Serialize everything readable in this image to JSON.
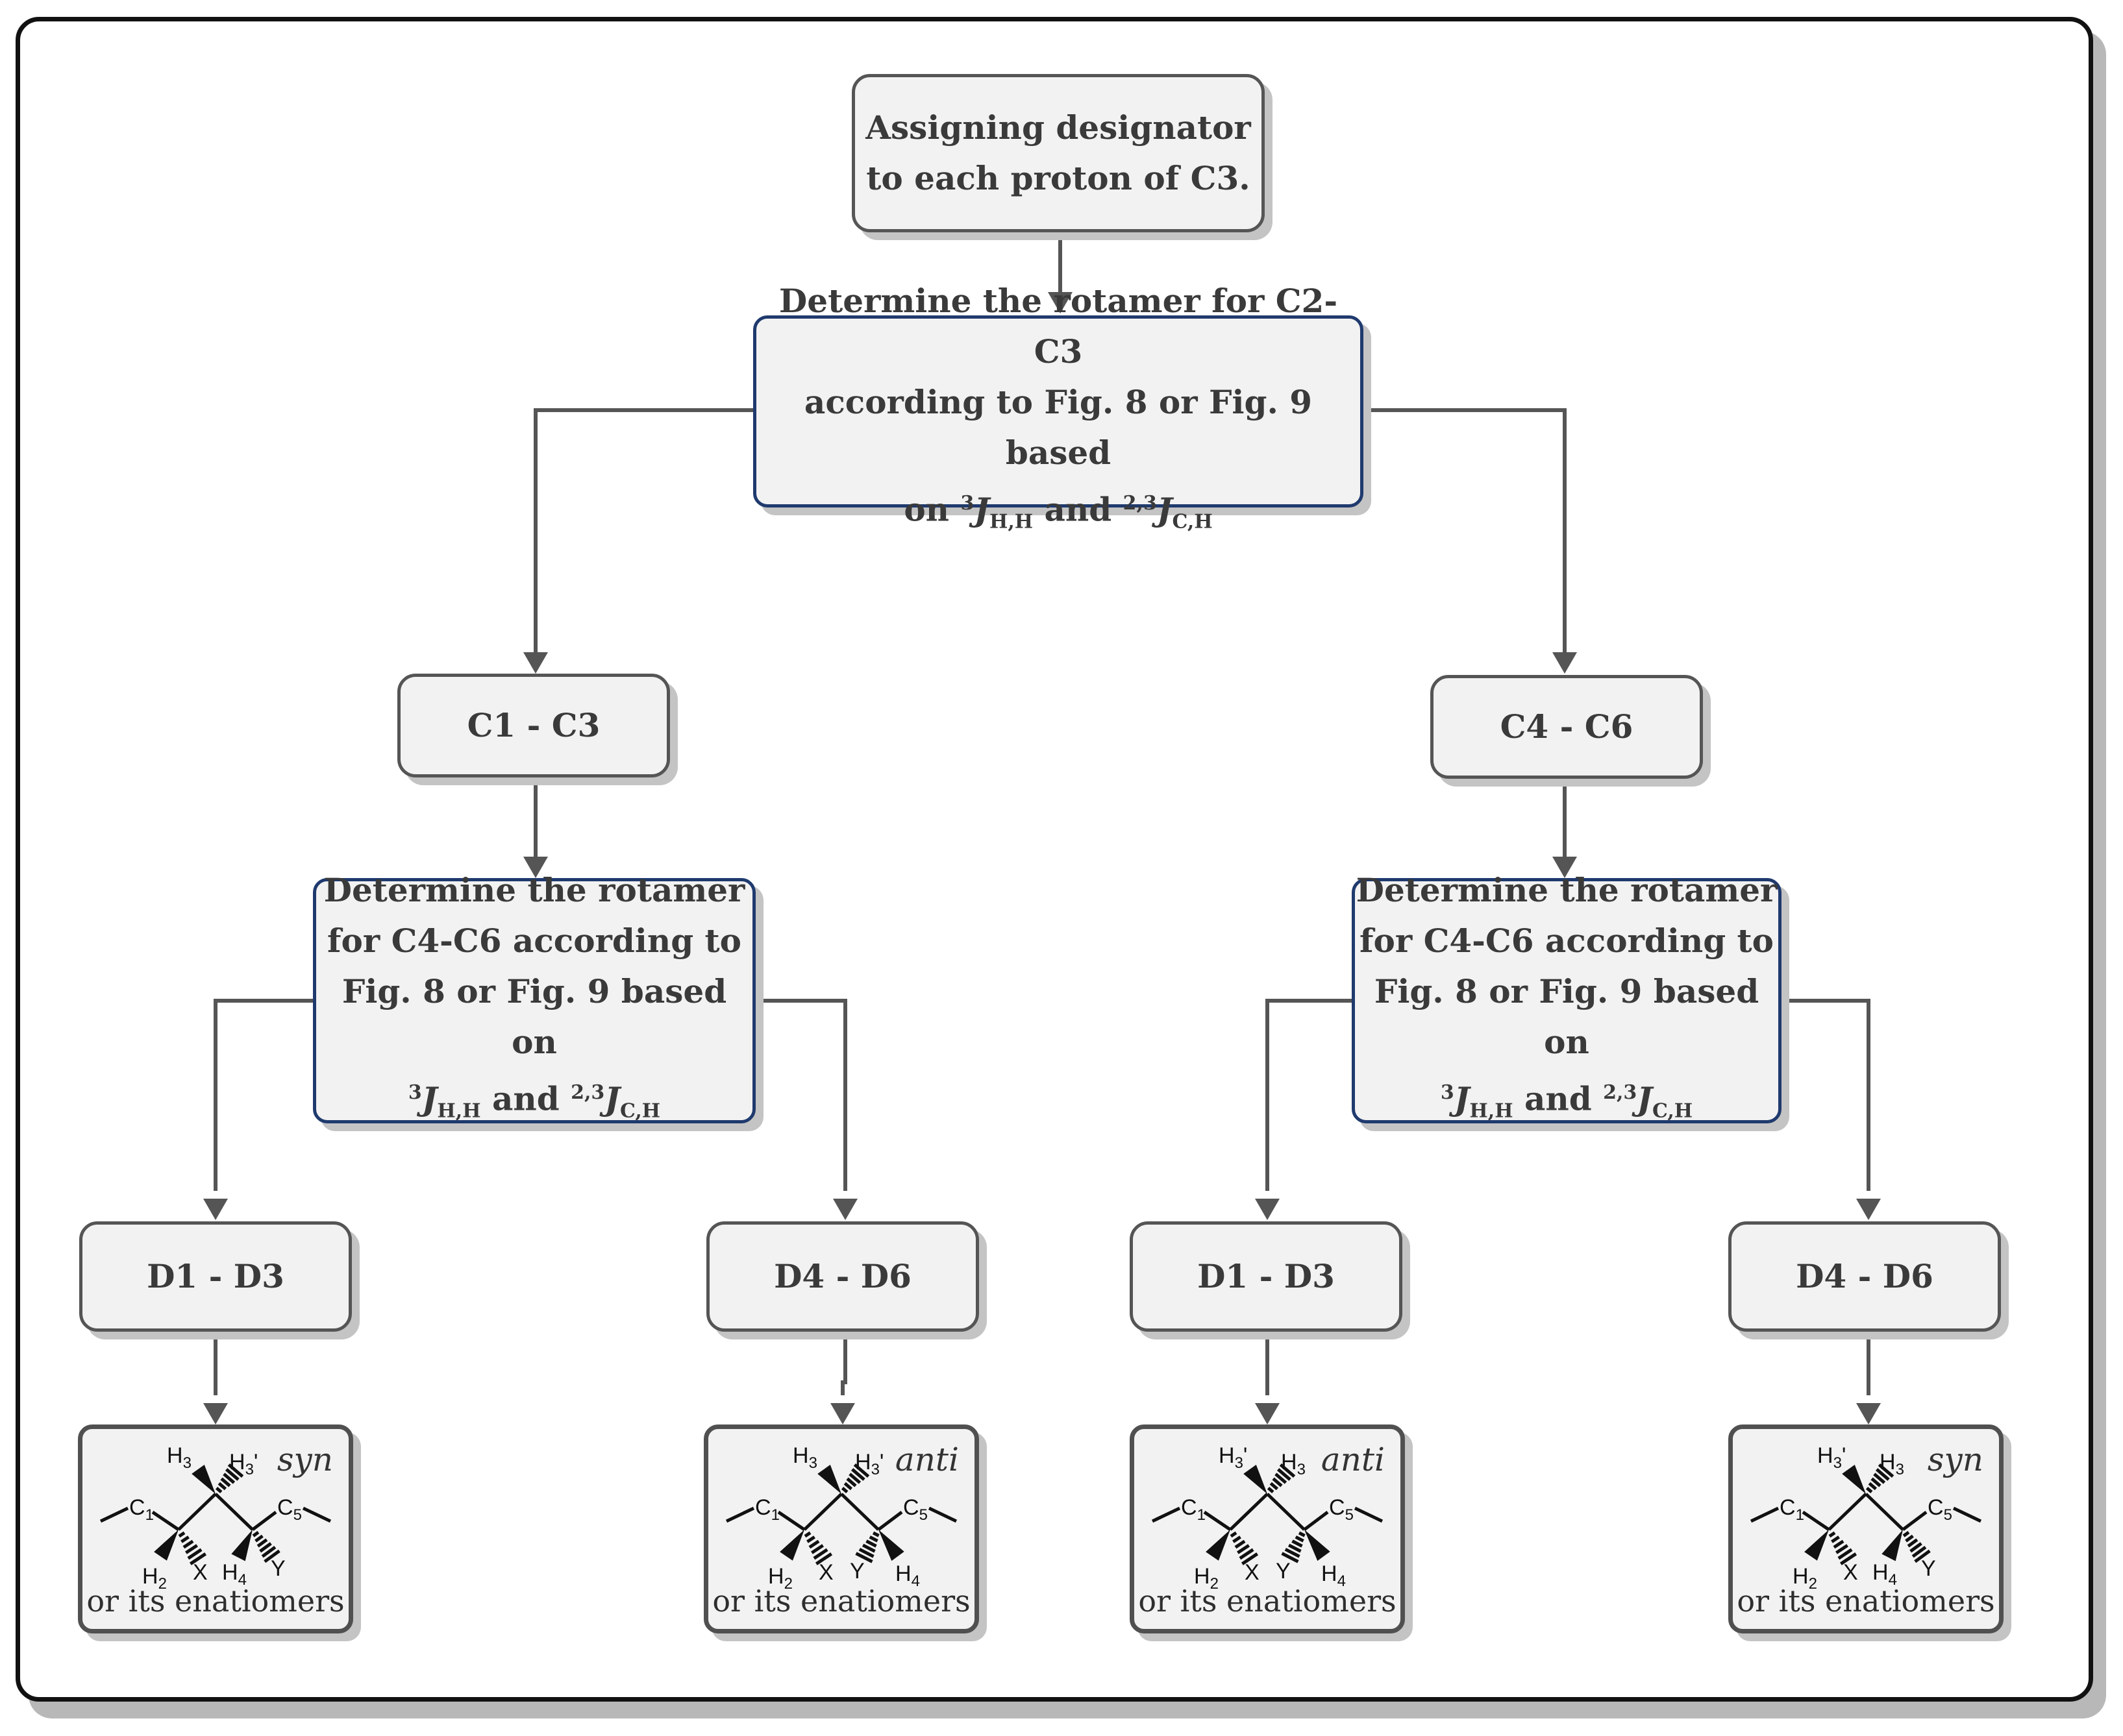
{
  "nodes": {
    "start": {
      "line1": "Assigning designator",
      "line2": "to each proton of C3."
    },
    "root_decision": {
      "line1": "Determine the rotamer for C2-C3",
      "line2": "according to Fig. 8 or Fig. 9 based",
      "line3_pre": "on ",
      "j_hh_sup": "3",
      "j_letter": "J",
      "j_hh_sub": "H,H",
      "and": " and ",
      "j_ch_sup": "2,3",
      "j_ch_sub": "C,H"
    },
    "left_group": {
      "label": "C1 - C3"
    },
    "right_group": {
      "label": "C4 - C6"
    },
    "left_decision": {
      "line1": "Determine the rotamer",
      "line2": "for C4-C6 according to",
      "line3": "Fig. 8 or Fig. 9 based on",
      "j_hh_sup": "3",
      "j_letter": "J",
      "j_hh_sub": "H,H",
      "and": " and ",
      "j_ch_sup": "2,3",
      "j_ch_sub": "C,H"
    },
    "right_decision": {
      "line1": "Determine the rotamer",
      "line2": "for C4-C6 according to",
      "line3": "Fig. 8 or Fig. 9 based on",
      "j_hh_sup": "3",
      "j_letter": "J",
      "j_hh_sub": "H,H",
      "and": " and ",
      "j_ch_sup": "2,3",
      "j_ch_sub": "C,H"
    },
    "d_ll": {
      "label": "D1 - D3"
    },
    "d_lr": {
      "label": "D4 - D6"
    },
    "d_rl": {
      "label": "D1 - D3"
    },
    "d_rr": {
      "label": "D4 - D6"
    }
  },
  "leaves": [
    {
      "tag": "syn",
      "caption": "or its enatiomers",
      "top_left": "H3",
      "top_right": "H3'",
      "bottom_c2": "H2",
      "bottom_c4": "H4",
      "x": "X",
      "y": "Y",
      "c1": "C1",
      "c5": "C5"
    },
    {
      "tag": "anti",
      "caption": "or its enatiomers",
      "top_left": "H3",
      "top_right": "H3'",
      "bottom_c2": "H2",
      "bottom_c4": "H4",
      "x": "X",
      "y": "Y",
      "c1": "C1",
      "c5": "C5"
    },
    {
      "tag": "anti",
      "caption": "or its enatiomers",
      "top_left": "H3'",
      "top_right": "H3",
      "bottom_c2": "H2",
      "bottom_c4": "H4",
      "x": "X",
      "y": "Y",
      "c1": "C1",
      "c5": "C5"
    },
    {
      "tag": "syn",
      "caption": "or its enatiomers",
      "top_left": "H3'",
      "top_right": "H3",
      "bottom_c2": "H2",
      "bottom_c4": "H4",
      "x": "X",
      "y": "Y",
      "c1": "C1",
      "c5": "C5"
    }
  ],
  "colors": {
    "connector": "#555555",
    "decision_border": "#1f3a6e",
    "box_fill": "#f2f2f2"
  }
}
